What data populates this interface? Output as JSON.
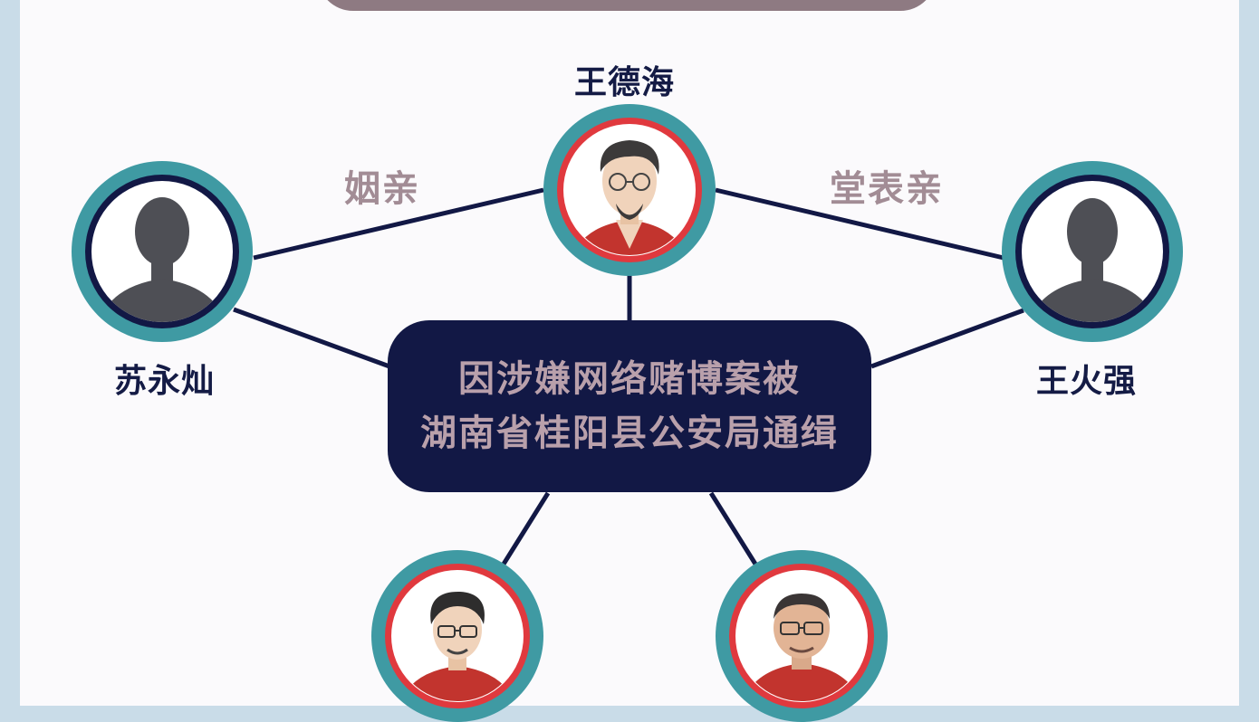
{
  "people": {
    "top": {
      "name": "王德海"
    },
    "left": {
      "name": "苏永灿"
    },
    "right": {
      "name": "王火强"
    }
  },
  "relations": {
    "left": "姻亲",
    "right": "堂表亲"
  },
  "center": {
    "line1": "因涉嫌网络赌博案被",
    "line2": "湖南省桂阳县公安局通缉"
  },
  "colors": {
    "teal_ring": "#3f9aa3",
    "navy": "#121845",
    "red_ring": "#e0393e",
    "muted_label": "#a28c95"
  }
}
